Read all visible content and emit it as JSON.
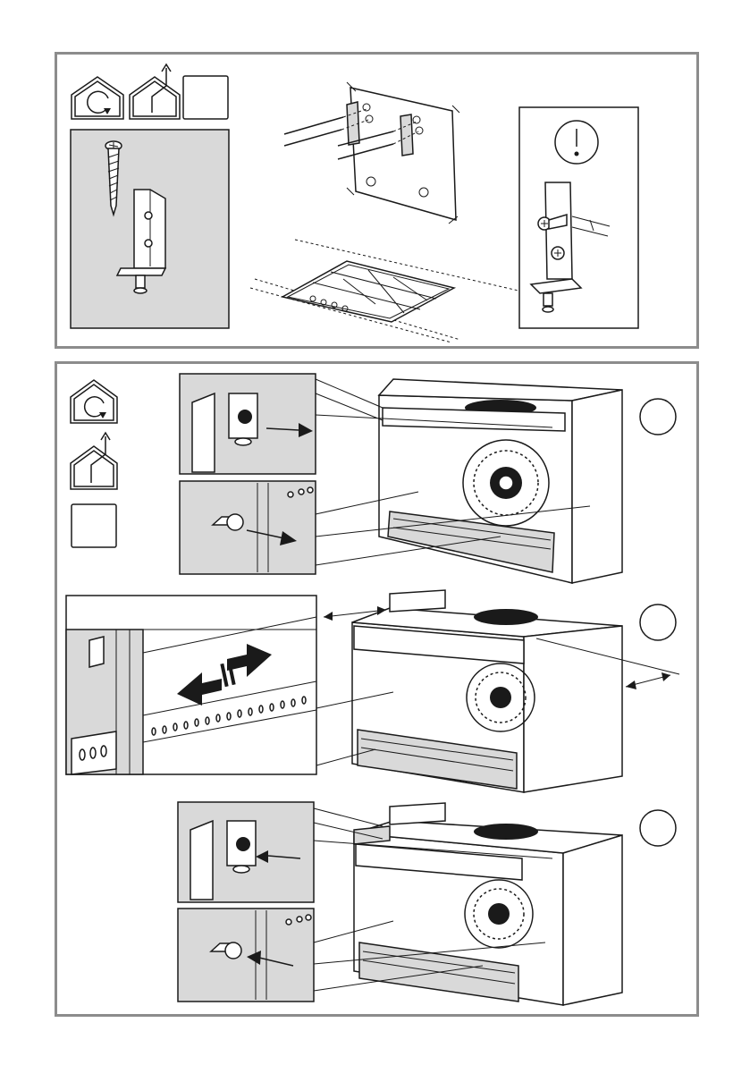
{
  "figure": {
    "top_panel": {
      "icons": [
        "recirculation-icon",
        "ducted-exhaust-icon",
        "blank-option-box"
      ],
      "steps": [
        "screw-and-bracket-detail",
        "wall-bracket-mounting",
        "cooktop-reference",
        "caution-detail"
      ]
    },
    "bottom_panel": {
      "icons": [
        "recirculation-icon",
        "ducted-exhaust-icon",
        "blank-option-box"
      ],
      "steps": [
        "remove-screws-step",
        "slide-side-panels-step",
        "refit-screws-step"
      ]
    },
    "caution_symbol": "exclamation-icon"
  }
}
